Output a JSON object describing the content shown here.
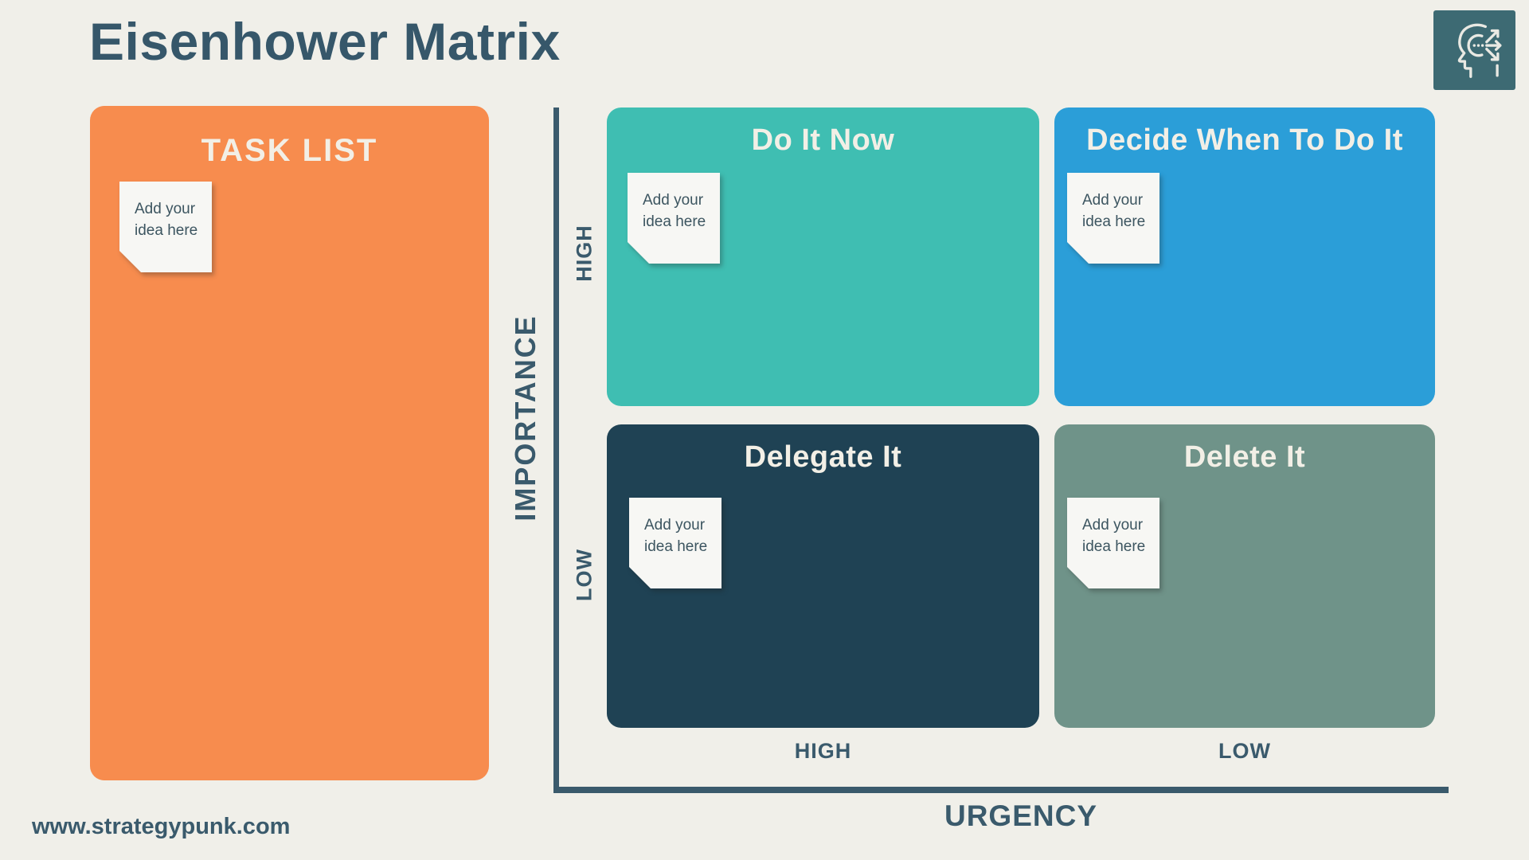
{
  "page": {
    "title": "Eisenhower Matrix",
    "website": "www.strategypunk.com",
    "background": "#F0EFE9"
  },
  "colors": {
    "axis": "#3A5A6C",
    "heading_text": "#36576A",
    "panel_text": "#F2EFE6",
    "note_bg": "#F7F7F4",
    "note_text": "#3C5560"
  },
  "logo": {
    "icon": "head-with-arrows-icon",
    "bg_color": "#3D6A73"
  },
  "task_list": {
    "title": "TASK LIST",
    "color": "#F78C4E",
    "note": "Add your idea here"
  },
  "axes": {
    "y_label": "IMPORTANCE",
    "x_label": "URGENCY",
    "y_high": "HIGH",
    "y_low": "LOW",
    "x_high": "HIGH",
    "x_low": "LOW"
  },
  "quadrants": [
    {
      "title": "Do It Now",
      "color": "#3FBEB2",
      "note": "Add your idea here"
    },
    {
      "title": "Decide When To Do It",
      "color": "#2B9ED8",
      "note": "Add your idea here"
    },
    {
      "title": "Delegate It",
      "color": "#1F4254",
      "note": "Add your idea here"
    },
    {
      "title": "Delete It",
      "color": "#6F9389",
      "note": "Add your idea here"
    }
  ]
}
